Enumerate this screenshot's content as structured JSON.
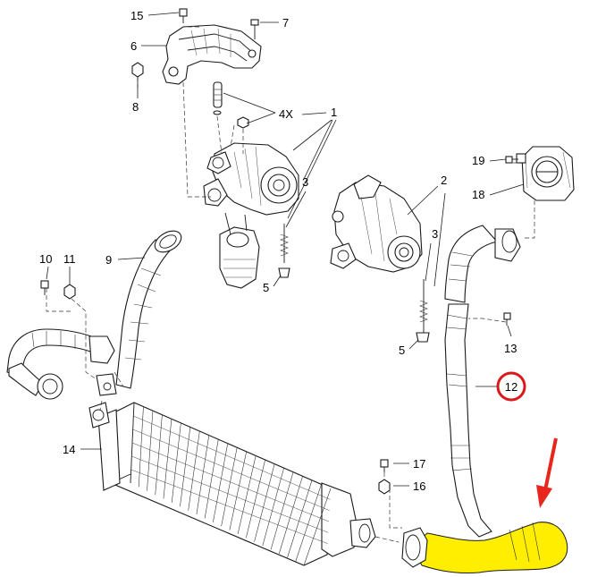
{
  "diagram": {
    "callouts": [
      {
        "id": "15",
        "text": "15"
      },
      {
        "id": "7",
        "text": "7"
      },
      {
        "id": "6",
        "text": "6"
      },
      {
        "id": "8",
        "text": "8"
      },
      {
        "id": "4x",
        "text": "4X"
      },
      {
        "id": "1",
        "text": "1"
      },
      {
        "id": "3a",
        "text": "3"
      },
      {
        "id": "9",
        "text": "9"
      },
      {
        "id": "5a",
        "text": "5"
      },
      {
        "id": "10",
        "text": "10"
      },
      {
        "id": "11",
        "text": "11"
      },
      {
        "id": "2",
        "text": "2"
      },
      {
        "id": "3b",
        "text": "3"
      },
      {
        "id": "5b",
        "text": "5"
      },
      {
        "id": "19",
        "text": "19"
      },
      {
        "id": "18",
        "text": "18"
      },
      {
        "id": "13",
        "text": "13"
      },
      {
        "id": "12",
        "text": "12"
      },
      {
        "id": "14",
        "text": "14"
      },
      {
        "id": "17",
        "text": "17"
      },
      {
        "id": "16",
        "text": "16"
      }
    ],
    "highlight": {
      "part": "12",
      "circle_color": "#d81a1a",
      "hose_color": "#ffee00",
      "arrow_color": "#e8261c"
    }
  }
}
